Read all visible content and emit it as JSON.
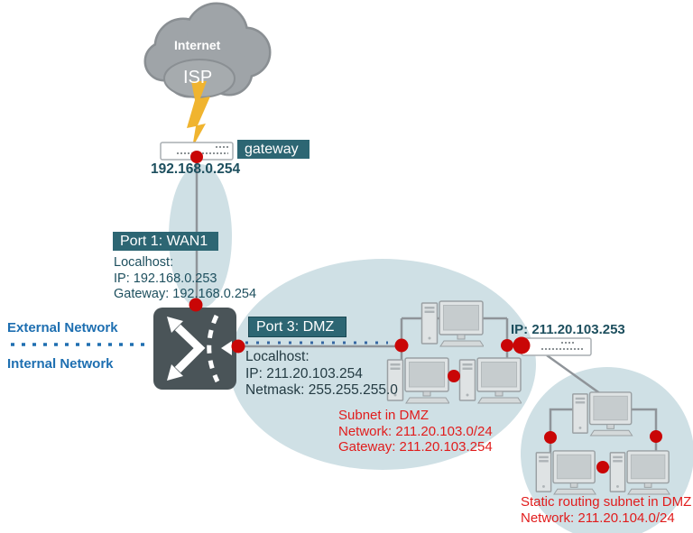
{
  "cloud": {
    "internet": "Internet",
    "isp": "ISP"
  },
  "gateway": {
    "label": "gateway",
    "ip": "192.168.0.254"
  },
  "port1": {
    "label": "Port 1: WAN1",
    "lines": [
      "Localhost:",
      "IP: 192.168.0.253",
      "Gateway: 192.168.0.254"
    ]
  },
  "zones": {
    "external": "External Network",
    "internal": "Internal Network"
  },
  "port3": {
    "label": "Port 3: DMZ",
    "lines": [
      "Localhost:",
      "IP: 211.20.103.254",
      "Netmask: 255.255.255.0"
    ]
  },
  "dmz_router": {
    "ip": "IP: 211.20.103.253"
  },
  "subnet_note": {
    "lines": [
      "Subnet in DMZ",
      "Network: 211.20.103.0/24",
      "Gateway: 211.20.103.254"
    ]
  },
  "static_note": {
    "lines": [
      "Static routing subnet in DMZ",
      "Network: 211.20.104.0/24"
    ]
  },
  "colors": {
    "teal_box": "#2d6673",
    "dark_teal_text": "#1d4f5e",
    "port3_text": "#243b43",
    "blue_text": "#1e6fb1",
    "red_text": "#e11c1c",
    "red_dot": "#c90606",
    "zone_fill": "#cfe0e5",
    "router_fill": "#4a5458",
    "line": "#8f9499",
    "cloud_fill": "#9fa4a8",
    "lightning": "#f0b42f"
  }
}
